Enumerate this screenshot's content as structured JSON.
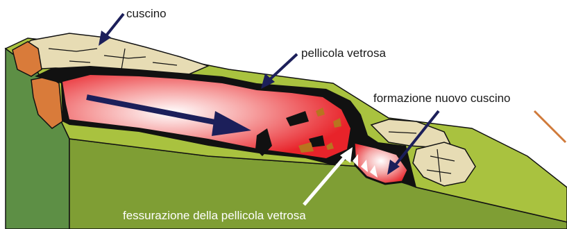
{
  "labels": {
    "cushion": "cuscino",
    "glassy_film": "pellicola vetrosa",
    "new_cushion": "formazione nuovo cuscino",
    "film_cracking": "fessurazione della pellicola vetrosa"
  },
  "colors": {
    "ground_top": "#a9c23f",
    "ground_side": "#7f9e34",
    "ground_left": "#5d8f45",
    "pillow": "#e7dcb4",
    "pillow_left": "#d97b3a",
    "lava_core": "#ffffff",
    "lava_edge": "#e8232a",
    "crust": "#111111",
    "flow_arrow": "#1c1f5a",
    "pointer_arrow": "#1c1f5a",
    "crack_arrow": "#ffffff",
    "fragment_orange": "#b8741f",
    "stray_line": "#d07a3a"
  }
}
